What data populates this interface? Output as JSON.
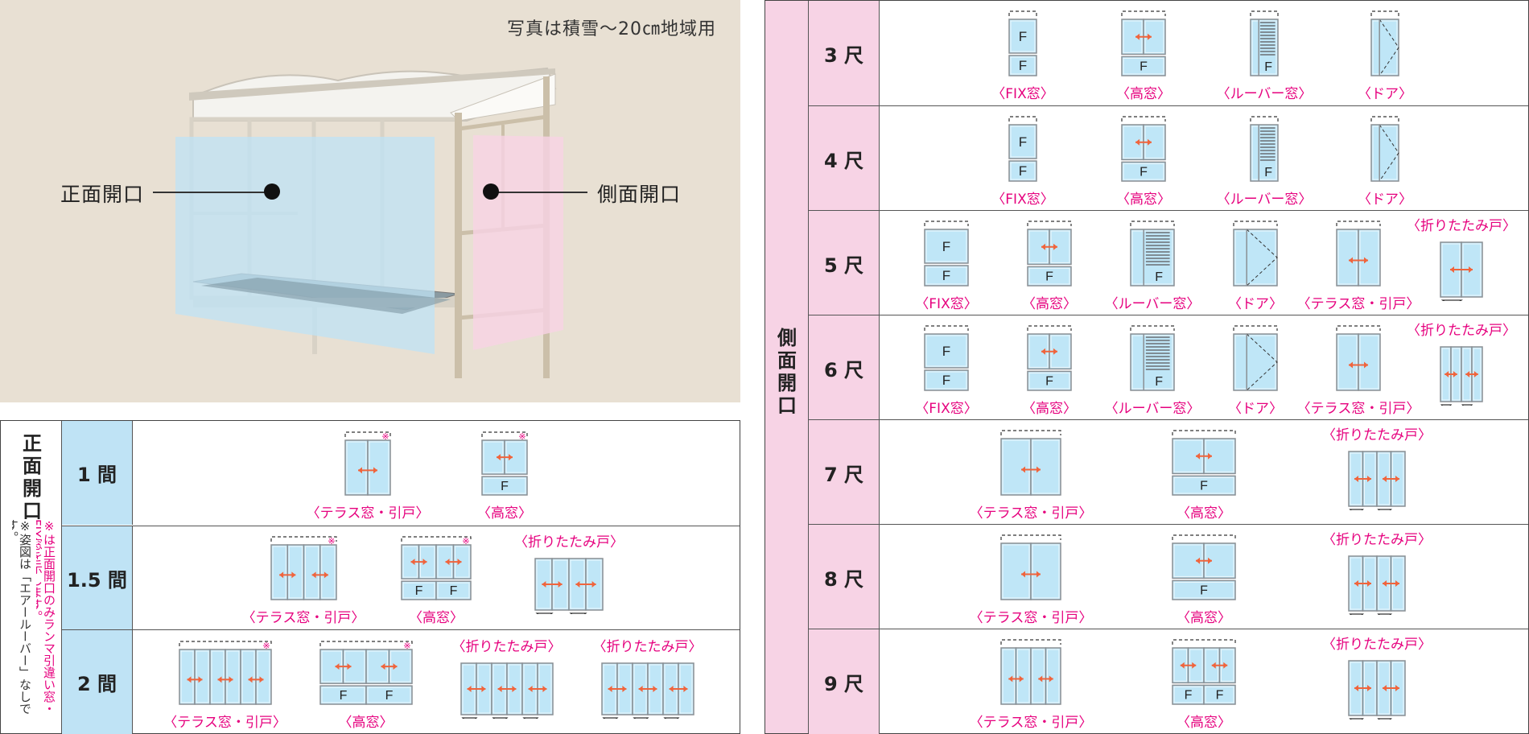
{
  "photo": {
    "note": "写真は積雪～20㎝地域用",
    "front_callout": "正面開口",
    "side_callout": "側面開口"
  },
  "front": {
    "title_chars": [
      "正",
      "面",
      "開",
      "口"
    ],
    "note1": "※は正面開口のみランマ引違い窓・FIX窓を示します。",
    "note2": "※姿図は「エアールーバー」なしです。",
    "rows": [
      {
        "label": "1 間",
        "items": [
          {
            "type": "terrace",
            "label": "〈テラス窓・引戸〉"
          },
          {
            "type": "takamado",
            "label": "〈高窓〉"
          }
        ]
      },
      {
        "label": "1.5 間",
        "items": [
          {
            "type": "terrace",
            "label": "〈テラス窓・引戸〉"
          },
          {
            "type": "takamado",
            "label": "〈高窓〉"
          },
          {
            "type": "fold",
            "label": "〈折りたたみ戸〉"
          }
        ]
      },
      {
        "label": "2 間",
        "items": [
          {
            "type": "terrace",
            "label": "〈テラス窓・引戸〉"
          },
          {
            "type": "takamado",
            "label": "〈高窓〉"
          },
          {
            "type": "fold",
            "label": "〈折りたたみ戸〉"
          },
          {
            "type": "fold",
            "label": "〈折りたたみ戸〉"
          }
        ]
      }
    ]
  },
  "side": {
    "title_chars": [
      "側",
      "面",
      "開",
      "口"
    ],
    "rows": [
      {
        "label": "3 尺",
        "items": [
          {
            "type": "fix",
            "label": "〈FIX窓〉"
          },
          {
            "type": "takamado",
            "label": "〈高窓〉"
          },
          {
            "type": "louver",
            "label": "〈ルーバー窓〉"
          },
          {
            "type": "door",
            "label": "〈ドア〉"
          }
        ]
      },
      {
        "label": "4 尺",
        "items": [
          {
            "type": "fix",
            "label": "〈FIX窓〉"
          },
          {
            "type": "takamado",
            "label": "〈高窓〉"
          },
          {
            "type": "louver",
            "label": "〈ルーバー窓〉"
          },
          {
            "type": "door",
            "label": "〈ドア〉"
          }
        ]
      },
      {
        "label": "5 尺",
        "items": [
          {
            "type": "fix",
            "label": "〈FIX窓〉"
          },
          {
            "type": "takamado",
            "label": "〈高窓〉"
          },
          {
            "type": "louver",
            "label": "〈ルーバー窓〉"
          },
          {
            "type": "door",
            "label": "〈ドア〉"
          },
          {
            "type": "terrace",
            "label": "〈テラス窓・引戸〉"
          },
          {
            "type": "fold",
            "label": "〈折りたたみ戸〉"
          }
        ]
      },
      {
        "label": "6 尺",
        "items": [
          {
            "type": "fix",
            "label": "〈FIX窓〉"
          },
          {
            "type": "takamado",
            "label": "〈高窓〉"
          },
          {
            "type": "louver",
            "label": "〈ルーバー窓〉"
          },
          {
            "type": "door",
            "label": "〈ドア〉"
          },
          {
            "type": "terrace",
            "label": "〈テラス窓・引戸〉"
          },
          {
            "type": "fold",
            "label": "〈折りたたみ戸〉"
          }
        ]
      },
      {
        "label": "7 尺",
        "items": [
          {
            "type": "terrace",
            "label": "〈テラス窓・引戸〉"
          },
          {
            "type": "takamado",
            "label": "〈高窓〉"
          },
          {
            "type": "fold",
            "label": "〈折りたたみ戸〉"
          }
        ]
      },
      {
        "label": "8 尺",
        "items": [
          {
            "type": "terrace",
            "label": "〈テラス窓・引戸〉"
          },
          {
            "type": "takamado",
            "label": "〈高窓〉"
          },
          {
            "type": "fold",
            "label": "〈折りたたみ戸〉"
          }
        ]
      },
      {
        "label": "9 尺",
        "items": [
          {
            "type": "terrace",
            "label": "〈テラス窓・引戸〉"
          },
          {
            "type": "takamado",
            "label": "〈高窓〉"
          },
          {
            "type": "fold",
            "label": "〈折りたたみ戸〉"
          }
        ]
      }
    ]
  },
  "glyphs": {
    "fixed_pane": "F",
    "note_mark": "※"
  },
  "colors": {
    "accent": "#e6007e",
    "front_band": "#bfe3f5",
    "side_band": "#f7d3e5",
    "glass": "#bfe6f7",
    "arrow": "#f0643c",
    "photo_bg": "#e8e0d3"
  }
}
